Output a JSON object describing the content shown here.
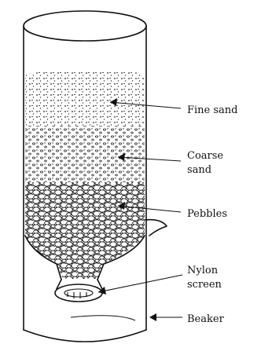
{
  "labels": {
    "fine_sand": "Fine sand",
    "coarse_sand_1": "Coarse",
    "coarse_sand_2": "sand",
    "pebbles": "Pebbles",
    "nylon_1": "Nylon",
    "nylon_2": "screen",
    "beaker": "Beaker"
  }
}
